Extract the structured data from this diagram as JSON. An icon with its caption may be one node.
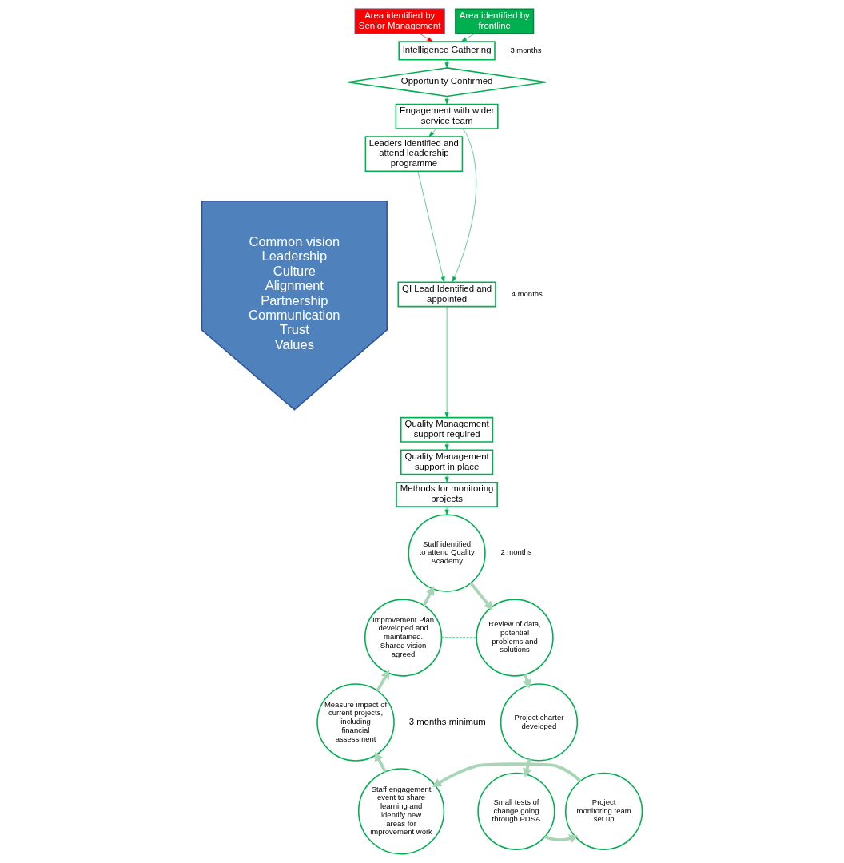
{
  "diagram": {
    "nodes": [
      {
        "text": [
          "Common vision",
          "Leadership",
          "Culture",
          "Alignment",
          "Partnership",
          "Communication",
          "Trust",
          "Values"
        ]
      },
      {
        "text": [
          "Area identified by Senior Management"
        ]
      },
      {
        "text": [
          "Area identified by frontline"
        ]
      },
      {
        "text": [
          "Intelligence Gathering"
        ]
      },
      {
        "text": [
          "Opportunity Confirmed"
        ]
      },
      {
        "text": [
          "Engagement with wider service team"
        ]
      },
      {
        "text": [
          "Leaders identified and attend leadership programme"
        ]
      },
      {
        "text": [
          "QI Lead Identified and appointed"
        ]
      },
      {
        "text": [
          "Quality Management support required"
        ]
      },
      {
        "text": [
          "Quality Management support in place"
        ]
      },
      {
        "text": [
          "Methods for monitoring projects"
        ]
      },
      {
        "text": [
          "Staff identified to attend Quality Academy"
        ]
      },
      {
        "text": [
          "Review of data, potential problems and solutions"
        ]
      },
      {
        "text": [
          "Project charter developed"
        ]
      },
      {
        "text": [
          "Small tests of change going through PDSA"
        ]
      },
      {
        "text": [
          "Project monitoring team set up"
        ]
      },
      {
        "text": [
          "Staff engagement event to share learning and identify new areas for improvement work"
        ]
      },
      {
        "text": [
          "Measure impact of current projects, including financial assessment"
        ]
      },
      {
        "text": [
          "Improvement Plan developed and maintained. Shared vision agreed"
        ]
      }
    ],
    "edges": [
      {
        "from": 1,
        "to": 3,
        "arrow": "to",
        "color": "#ff0000"
      },
      {
        "from": 2,
        "to": 3,
        "arrow": "to"
      },
      {
        "from": 3,
        "to": 4,
        "arrow": "to"
      },
      {
        "from": 4,
        "to": 5,
        "arrow": "to"
      },
      {
        "from": 5,
        "to": 6,
        "arrow": "to"
      },
      {
        "from": 5,
        "to": 7,
        "arrow": "to"
      },
      {
        "from": 6,
        "to": 7,
        "arrow": "to"
      },
      {
        "from": 7,
        "to": 8,
        "arrow": "to"
      },
      {
        "from": 8,
        "to": 9,
        "arrow": "to"
      },
      {
        "from": 9,
        "to": 10,
        "arrow": "to"
      },
      {
        "from": 10,
        "to": 11,
        "arrow": "to"
      },
      {
        "from": 11,
        "to": 12,
        "arrow": "to",
        "style": "thick",
        "color": "#a8d5b5"
      },
      {
        "from": 12,
        "to": 13,
        "arrow": "to",
        "style": "thick",
        "color": "#a8d5b5"
      },
      {
        "from": 13,
        "to": 14,
        "arrow": "to",
        "style": "thick",
        "color": "#a8d5b5"
      },
      {
        "from": 14,
        "to": 15,
        "arrow": "to",
        "style": "thick",
        "color": "#a8d5b5"
      },
      {
        "from": 15,
        "to": 16,
        "arrow": "to",
        "style": "thick",
        "color": "#a8d5b5"
      },
      {
        "from": 16,
        "to": 17,
        "arrow": "to",
        "style": "thick",
        "color": "#a8d5b5"
      },
      {
        "from": 17,
        "to": 18,
        "arrow": "to",
        "style": "thick",
        "color": "#a8d5b5"
      },
      {
        "from": 18,
        "to": 11,
        "arrow": "to",
        "style": "thick",
        "color": "#a8d5b5"
      },
      {
        "from": 18,
        "to": 12,
        "arrow": "none",
        "style": "dashed"
      }
    ],
    "labels": [
      "3 months",
      "4 months",
      "2 months",
      "3 months minimum"
    ]
  }
}
